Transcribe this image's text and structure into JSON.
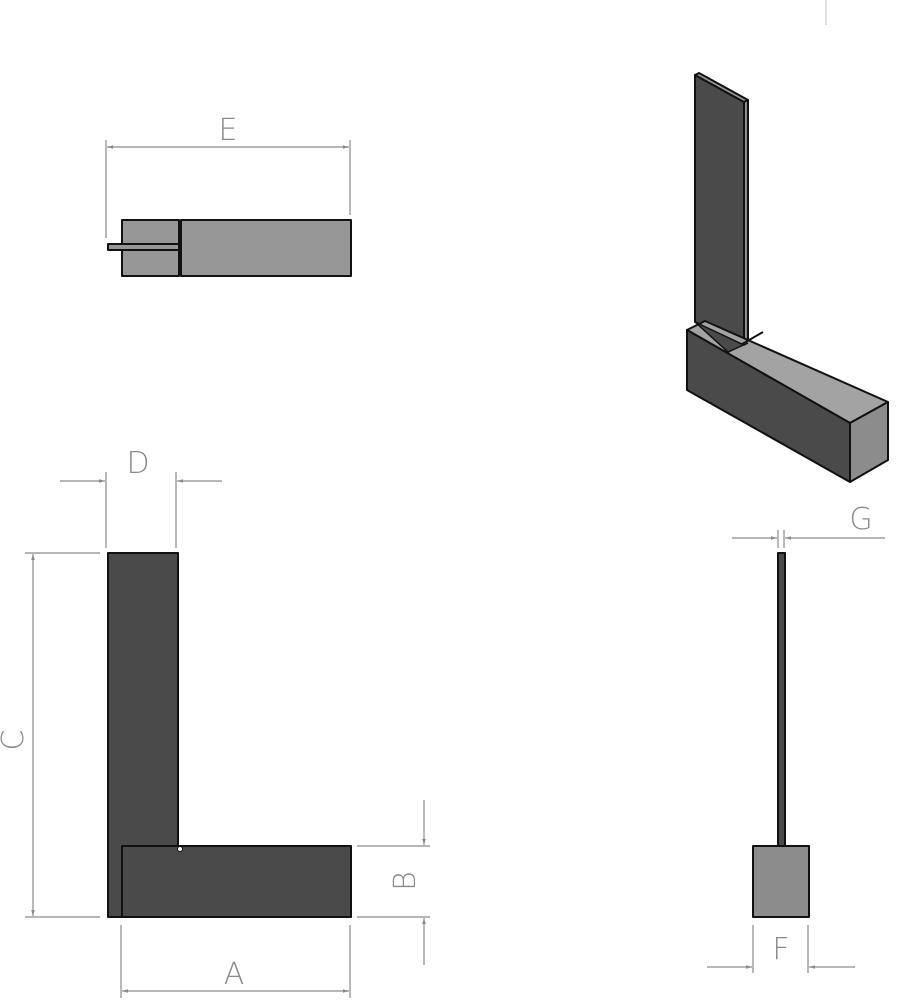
{
  "drawing": {
    "dimension_labels": {
      "A": "A",
      "B": "B",
      "C": "C",
      "D": "D",
      "E": "E",
      "F": "F",
      "G": "G"
    },
    "colors": {
      "dark_face": "#4a4a4a",
      "light_face": "#979797",
      "mid_face": "#8c8c8c",
      "dimension": "#8a8a8a",
      "edge": "#111111"
    }
  }
}
